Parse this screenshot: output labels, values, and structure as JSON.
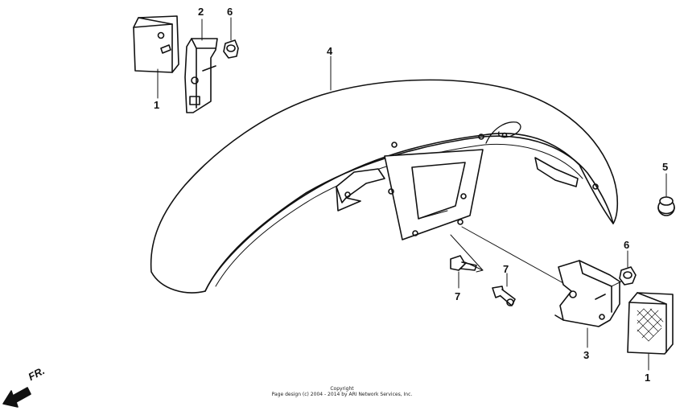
{
  "callouts": [
    {
      "id": "c1a",
      "label": "1"
    },
    {
      "id": "c2",
      "label": "2"
    },
    {
      "id": "c6a",
      "label": "6"
    },
    {
      "id": "c4",
      "label": "4"
    },
    {
      "id": "c5",
      "label": "5"
    },
    {
      "id": "c6b",
      "label": "6"
    },
    {
      "id": "c7a",
      "label": "7"
    },
    {
      "id": "c7b",
      "label": "7"
    },
    {
      "id": "c3",
      "label": "3"
    },
    {
      "id": "c1b",
      "label": "1"
    }
  ],
  "direction": {
    "label": "FR.",
    "icon": "front-direction-arrow-icon"
  },
  "copyright": {
    "line1": "Copyright",
    "line2": "Page design (c) 2004 - 2014 by ARI Network Services, Inc."
  },
  "colors": {
    "line": "#111111",
    "background": "#ffffff"
  }
}
